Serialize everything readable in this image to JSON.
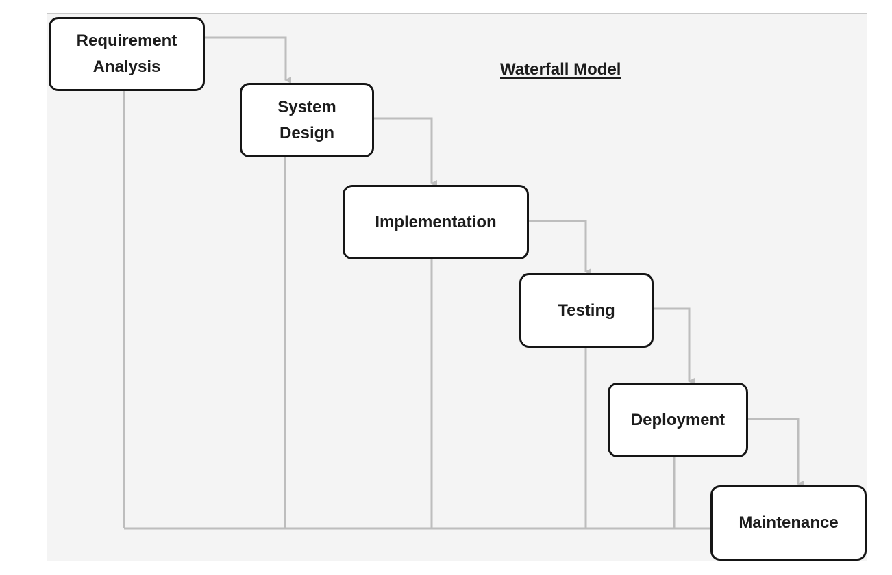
{
  "diagram": {
    "title": "Waterfall Model",
    "colors": {
      "background": "#f4f4f4",
      "box_border": "#151515",
      "box_fill": "#ffffff",
      "connector": "#bdbdbd",
      "text": "#1c1c1c"
    },
    "stages": [
      {
        "id": "requirement-analysis",
        "label": "Requirement\nAnalysis"
      },
      {
        "id": "system-design",
        "label": "System\nDesign"
      },
      {
        "id": "implementation",
        "label": "Implementation"
      },
      {
        "id": "testing",
        "label": "Testing"
      },
      {
        "id": "deployment",
        "label": "Deployment"
      },
      {
        "id": "maintenance",
        "label": "Maintenance"
      }
    ]
  }
}
